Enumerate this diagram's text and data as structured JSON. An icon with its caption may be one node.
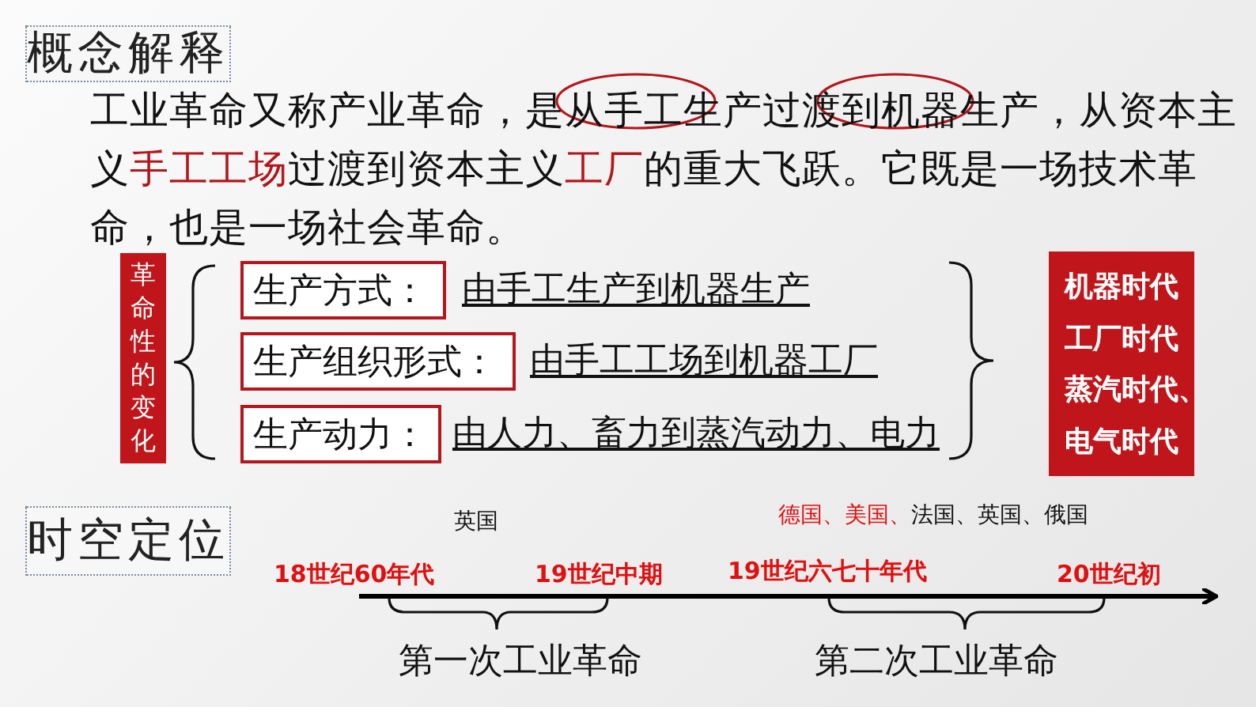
{
  "diagram": {
    "nodes": [
      {
        "text": [
          "概念解释"
        ]
      },
      {
        "text": [
          "革命性的变化"
        ]
      },
      {
        "text": [
          "生产方式："
        ],
        "beside": [
          "由手工生产到机器生产"
        ]
      },
      {
        "text": [
          "生产组织形式："
        ],
        "beside": [
          "由手工工场到机器工厂"
        ]
      },
      {
        "text": [
          "生产动力："
        ],
        "beside": [
          "由人力、畜力到蒸汽动力、电力"
        ]
      },
      {
        "text": [
          "机器时代",
          "工厂时代",
          "蒸汽时代、",
          "电气时代"
        ]
      },
      {
        "text": [
          "时空定位"
        ]
      }
    ],
    "labels": [
      "工业革命又称产业革命，是从手工生产过渡到机器生产，从资本主义",
      "手工工场",
      "过渡到资本主义",
      "工厂",
      "的重大飞跃。它既是一场技术革命，也是一场社会革命。",
      "英国",
      "德国、美国、",
      "法国、英国、俄国",
      "18世纪60年代",
      "19世纪中期",
      "19世纪六七十年代",
      "20世纪初",
      "第一次工业革命",
      "第二次工业革命"
    ]
  }
}
